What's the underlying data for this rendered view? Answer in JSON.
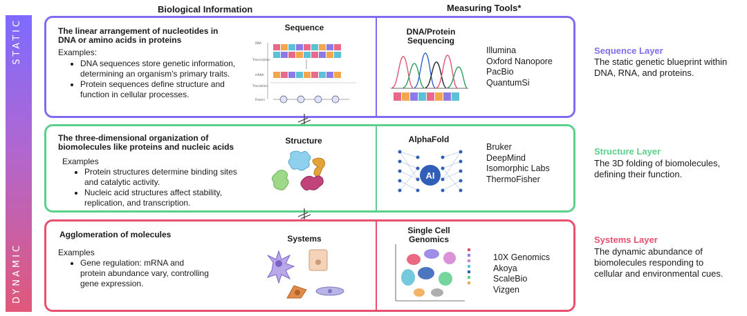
{
  "headers": {
    "bio": "Biological Information",
    "tools": "Measuring Tools*"
  },
  "side": {
    "static": "STATIC",
    "dynamic": "DYNAMIC"
  },
  "colors": {
    "sequence": "#7f6bf0",
    "structure": "#5bd08b",
    "systems": "#e6506e"
  },
  "sequence": {
    "title": "The linear arrangement of nucleotides in DNA or amino acids in proteins",
    "examples_label": "Examples:",
    "examples": [
      "DNA sequences store genetic information, determining an organism's primary traits.",
      "Protein sequences define structure and function in cellular processes."
    ],
    "image_title": "Sequence",
    "tool_title": "DNA/Protein Sequencing",
    "tools": [
      "Illumina",
      "Oxford Nanopore",
      "PacBio",
      "QuantumSi"
    ],
    "layer_title": "Sequence Layer",
    "layer_desc": "The static genetic blueprint within DNA, RNA, and proteins."
  },
  "structure": {
    "title": "The three-dimensional organization of biomolecules like proteins and nucleic acids",
    "examples_label": "Examples",
    "examples": [
      "Protein structures determine binding sites and catalytic activity.",
      "Nucleic acid structures affect stability, replication, and transcription."
    ],
    "image_title": "Structure",
    "tool_title": "AlphaFold",
    "tool_badge": "AI",
    "tools": [
      "Bruker",
      "DeepMind",
      "Isomorphic Labs",
      "ThermoFisher"
    ],
    "layer_title": "Structure Layer",
    "layer_desc": "The 3D folding of biomolecules, defining their function."
  },
  "systems": {
    "title": "Agglomeration of molecules",
    "examples_label": "Examples",
    "examples": [
      "Gene regulation: mRNA and protein abundance vary, controlling gene expression."
    ],
    "image_title": "Systems",
    "tool_title": "Single Cell Genomics",
    "tools": [
      "10X Genomics",
      "Akoya",
      "ScaleBio",
      "Vizgen"
    ],
    "layer_title": "Systems Layer",
    "layer_desc": "The dynamic abundance of biomolecules responding to cellular and environmental cues."
  }
}
